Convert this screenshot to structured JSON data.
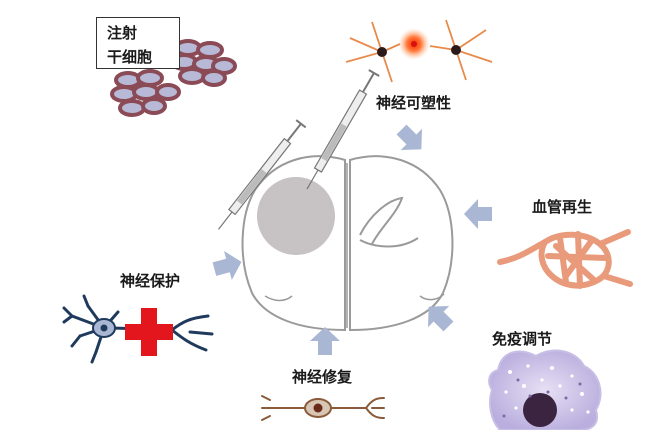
{
  "injection_box": {
    "line1": "注射",
    "line2": "干细胞"
  },
  "labels": {
    "neuroplasticity": "神经可塑性",
    "angiogenesis": "血管再生",
    "neuroprotection": "神经保护",
    "immunomodulation": "免疫调节",
    "neural_repair": "神经修复"
  },
  "colors": {
    "arrow": "#a9b7d4",
    "lesion": "#c7c3c4",
    "brain_outline": "#9a9a9a",
    "cells": "#8a4a56",
    "cross": "#e3161e",
    "neuron": "#1f3a5c",
    "vessel": "#e89a7a",
    "immune_cell": "#cfc8e8"
  }
}
